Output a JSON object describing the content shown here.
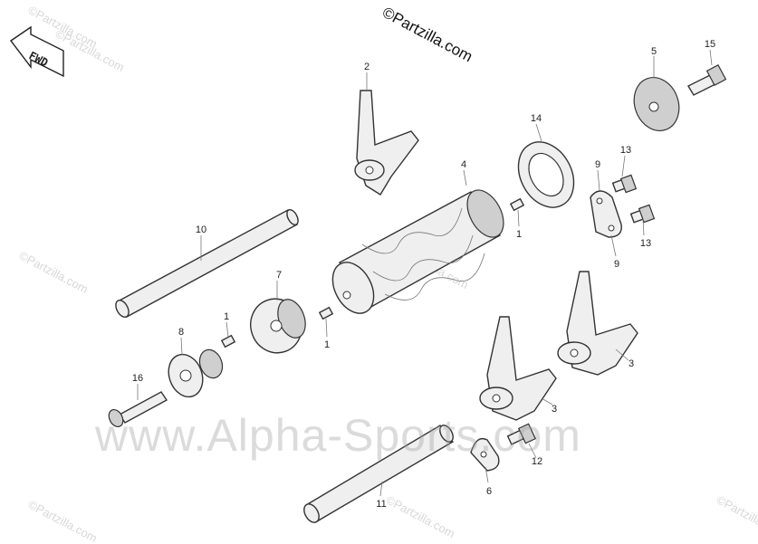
{
  "copyright": "©Partzilla.com",
  "watermark": "www.Alpha-Sports.com",
  "tile_watermark": "©Partzilla.com",
  "direction_arrow": {
    "label": "FWD",
    "icon": "forward-arrow-icon"
  },
  "callouts": [
    "1",
    "1",
    "1",
    "2",
    "3",
    "3",
    "4",
    "5",
    "6",
    "7",
    "8",
    "9",
    "9",
    "10",
    "11",
    "12",
    "13",
    "13",
    "14",
    "15",
    "16"
  ],
  "parts": {
    "p1a": "1",
    "p1b": "1",
    "p1c": "1",
    "p2": "2",
    "p3a": "3",
    "p3b": "3",
    "p4": "4",
    "p5": "5",
    "p6": "6",
    "p7": "7",
    "p8": "8",
    "p9a": "9",
    "p9b": "9",
    "p10": "10",
    "p11": "11",
    "p12": "12",
    "p13a": "13",
    "p13b": "13",
    "p14": "14",
    "p15": "15",
    "p16": "16"
  }
}
